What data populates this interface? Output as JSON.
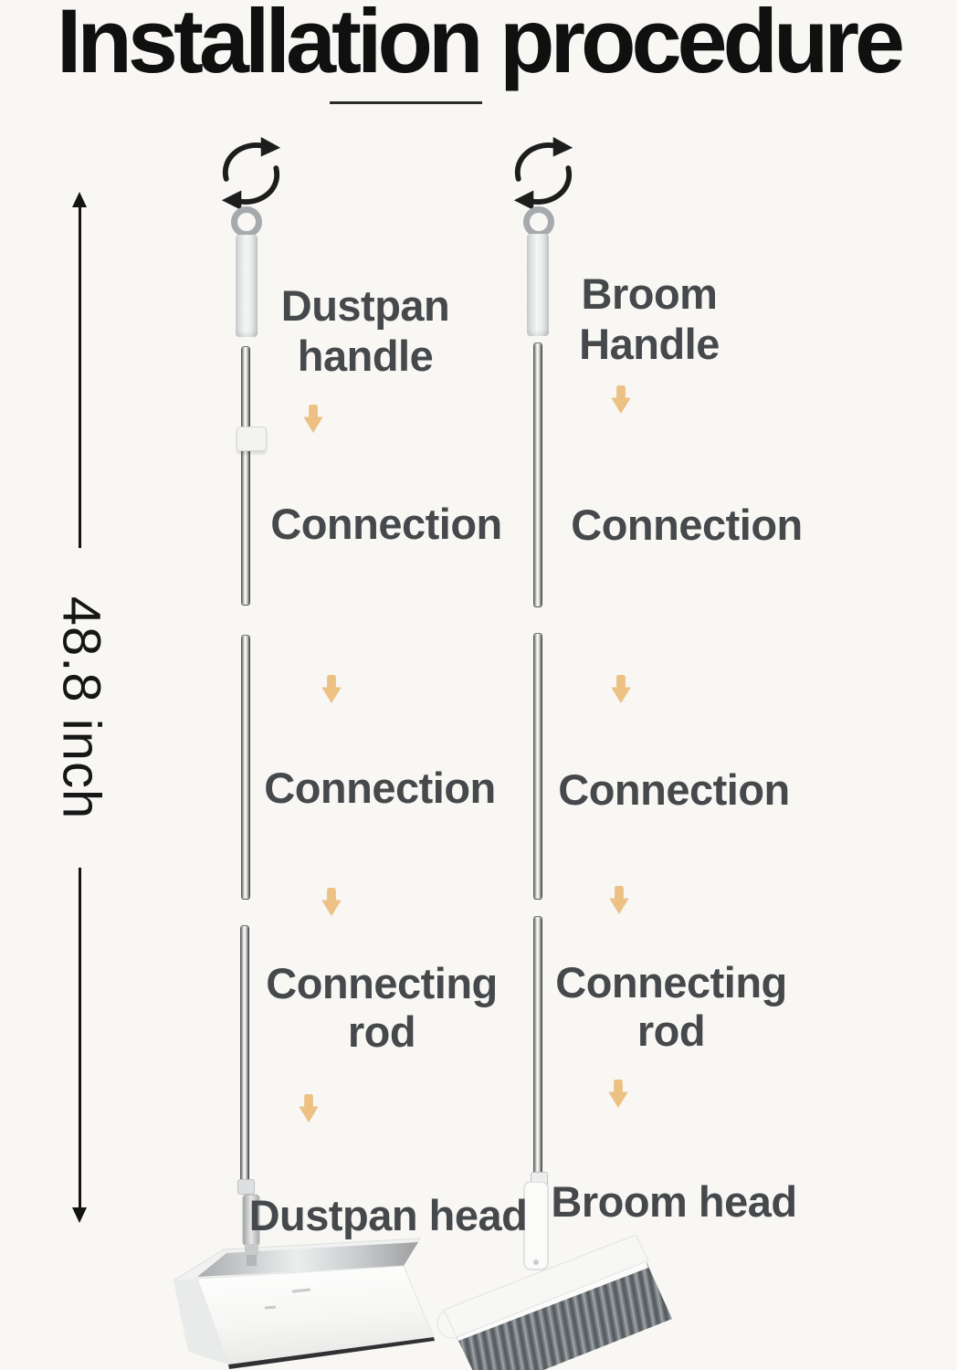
{
  "title": {
    "text": "Installation procedure"
  },
  "measurement": {
    "label": "48.8 inch"
  },
  "dustpan_column": {
    "handle_label_line1": "Dustpan",
    "handle_label_line2": "handle",
    "step1_label": "Connection",
    "step2_label": "Connection",
    "step3_label_line1": "Connecting",
    "step3_label_line2": "rod",
    "head_label": "Dustpan head"
  },
  "broom_column": {
    "handle_label_line1": "Broom",
    "handle_label_line2": "Handle",
    "step1_label": "Connection",
    "step2_label": "Connection",
    "step3_label_line1": "Connecting",
    "step3_label_line2": "rod",
    "head_label": "Broom head"
  },
  "icons": {
    "rotate": "rotate-arrows-icon",
    "step": "down-arrow-icon",
    "measure": "vertical-measure-arrow"
  },
  "colors": {
    "background": "#f8f7f4",
    "title_text": "#101010",
    "label_text": "#46494c",
    "arrow_accent": "#edc083",
    "measure_line": "#141414"
  }
}
